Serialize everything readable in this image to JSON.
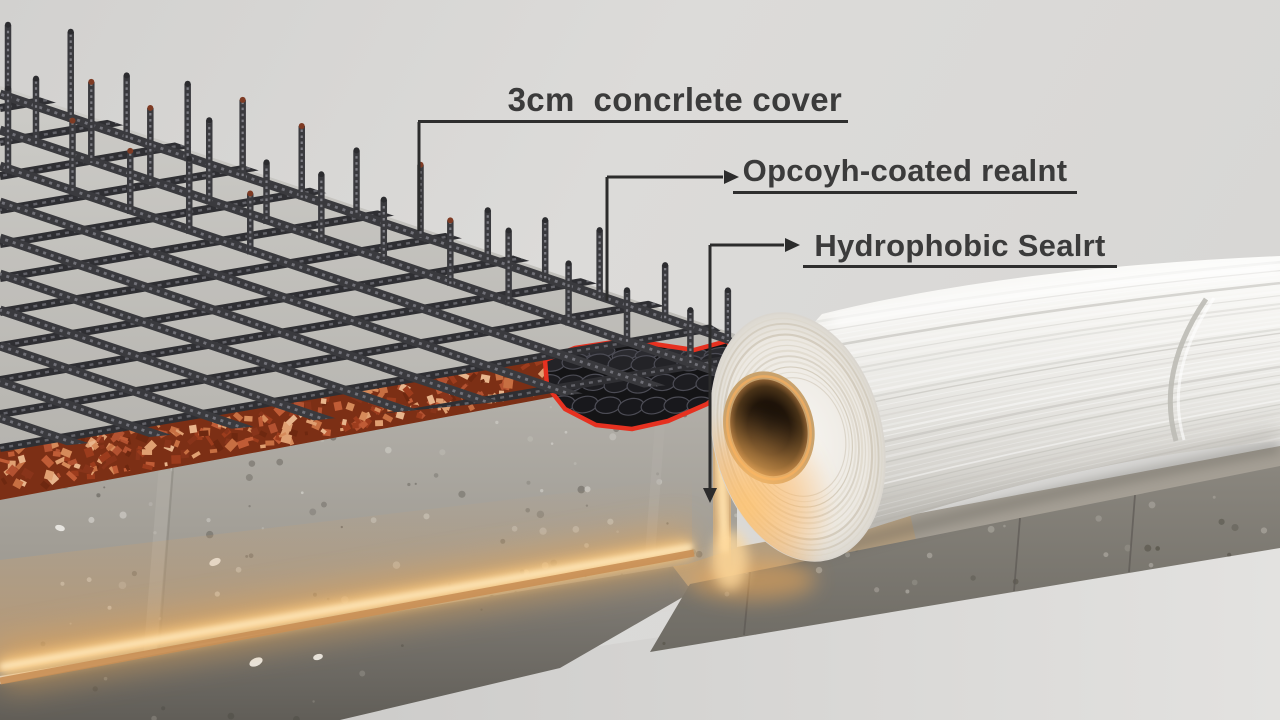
{
  "scene": {
    "title": "Concrete slab waterproofing cutaway illustration",
    "background_color": "#dcdbd9"
  },
  "annotations": {
    "concrete_cover": {
      "label": "3cm  concrlete cover"
    },
    "coated_membrane": {
      "label": "Opcoyh-coated realnt"
    },
    "hydrophobic_sealant": {
      "label": "Hydrophobic Sealrt"
    }
  },
  "colors": {
    "label_text": "#3b3b3b",
    "leader_line": "#2c2c2c",
    "membrane_outline_red": "#e63120",
    "membrane_black": "#141416",
    "aggregate_red": "#9c4a26",
    "concrete_gray": "#a19d95",
    "glow_warm": "#ffcf85",
    "roll_white": "#f4f3f0",
    "roll_core_tan": "#c8a26d",
    "rebar_dark": "#38383c"
  }
}
